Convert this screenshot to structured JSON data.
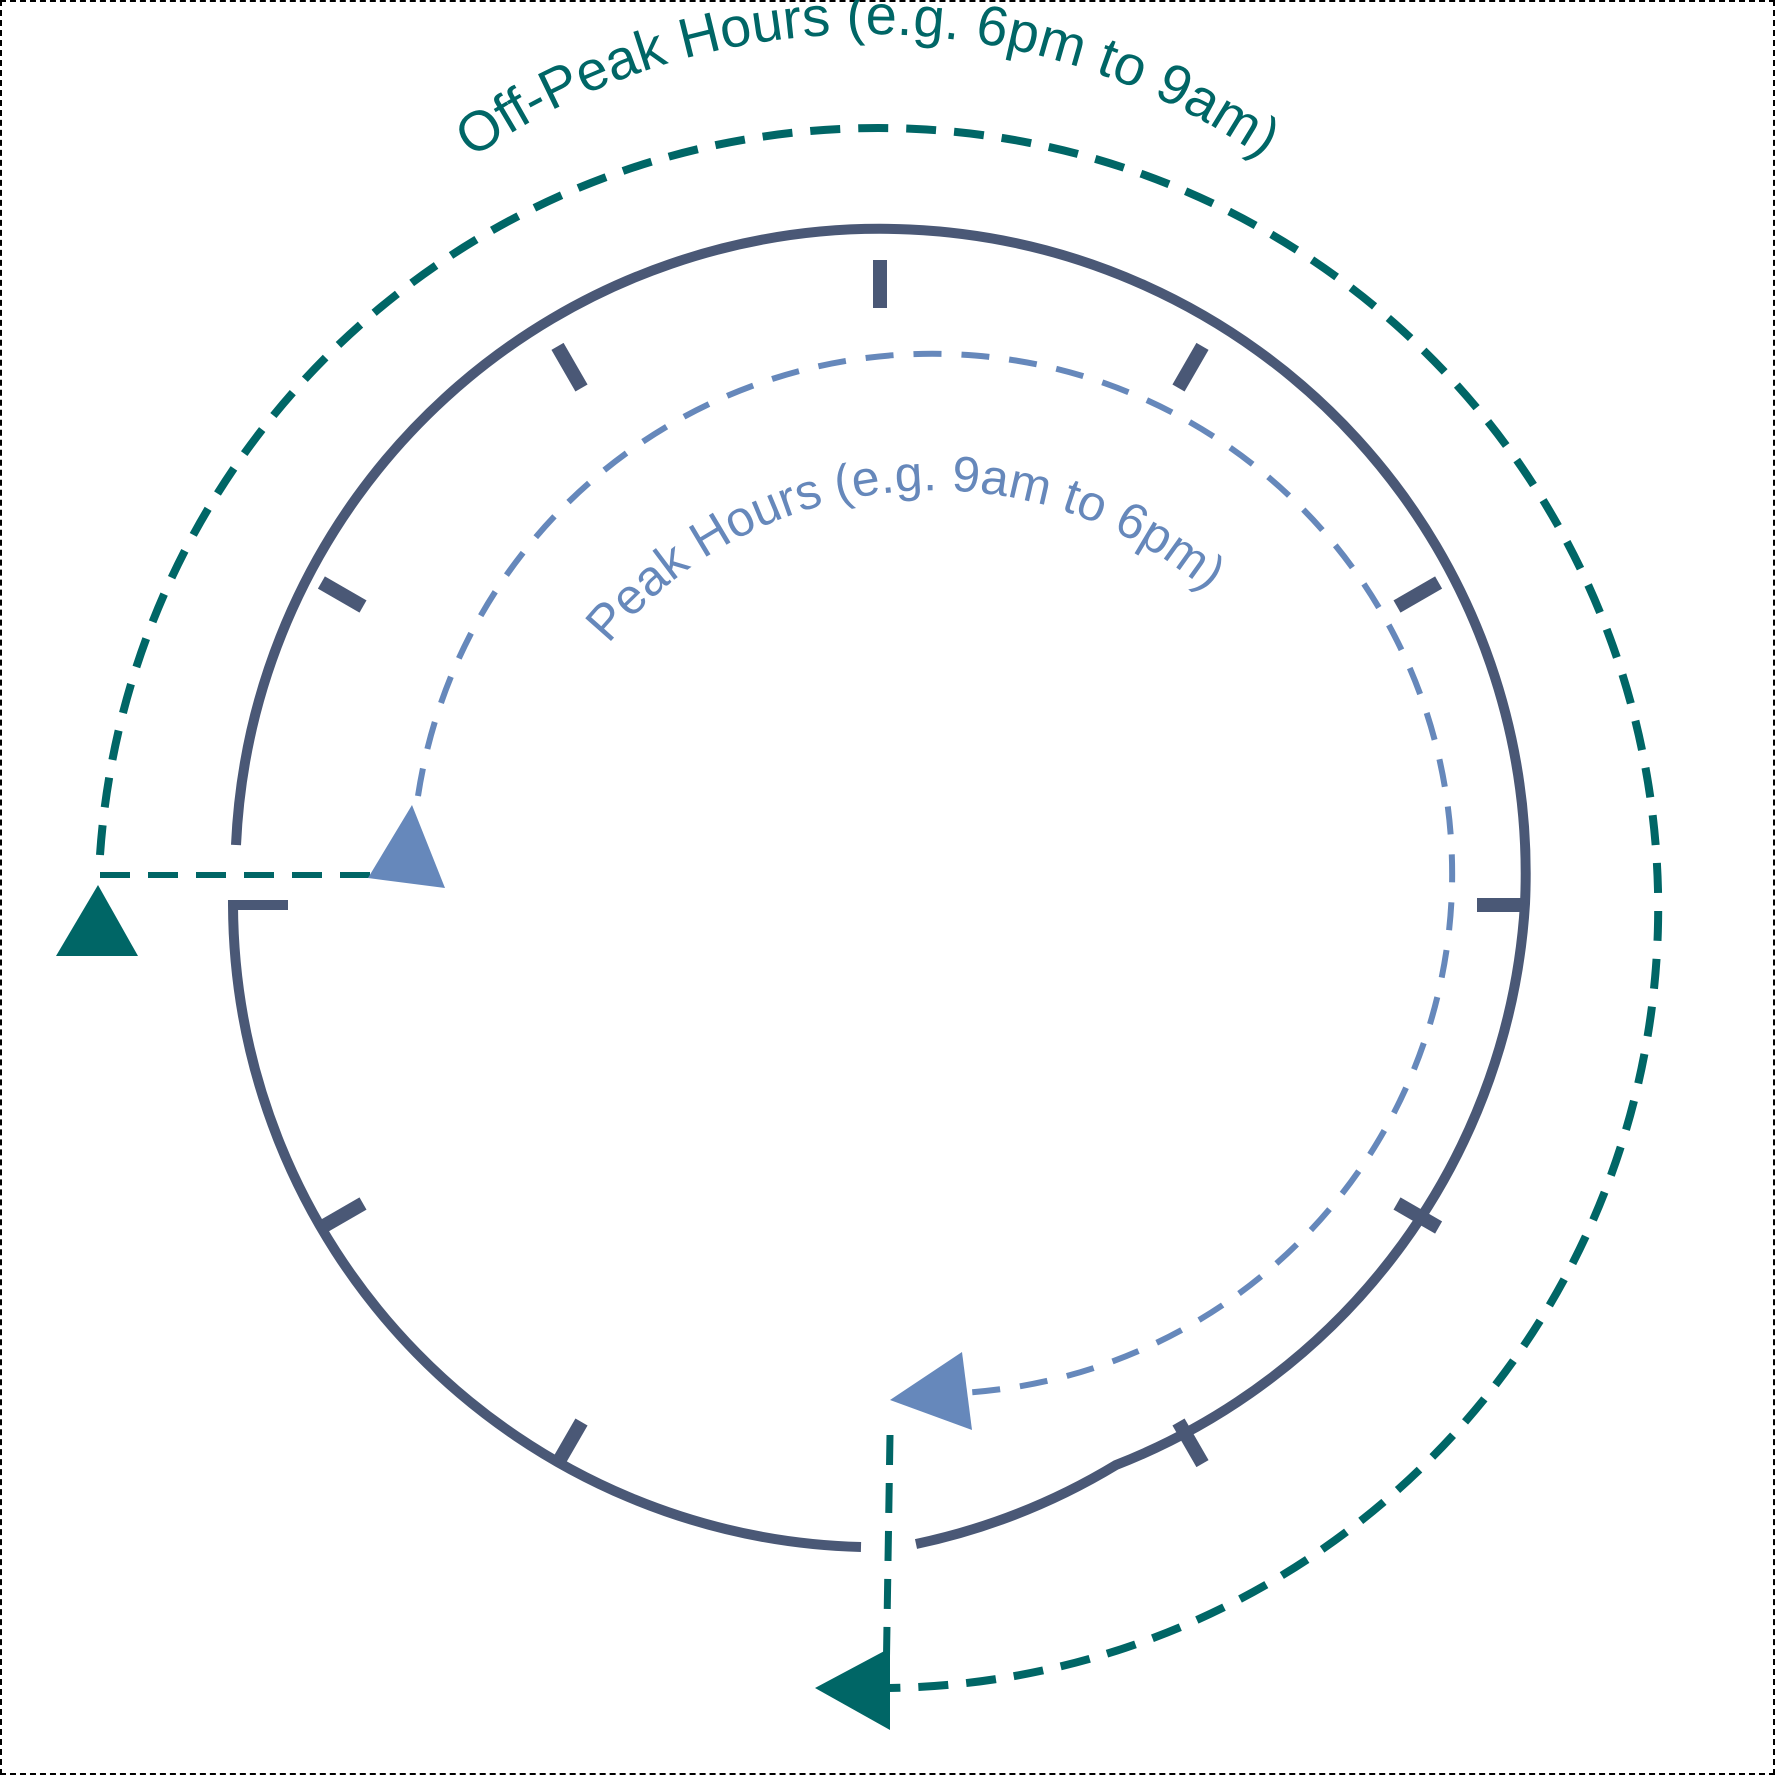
{
  "labels": {
    "off_peak": "Off-Peak Hours (e.g. 6pm to 9am)",
    "peak": "Peak Hours (e.g. 9am to 6pm)"
  },
  "colors": {
    "off_peak": "#006666",
    "peak": "#6688BB",
    "clock": "#4A5876",
    "frame": "#000000"
  },
  "clock": {
    "tick_count": 12
  }
}
